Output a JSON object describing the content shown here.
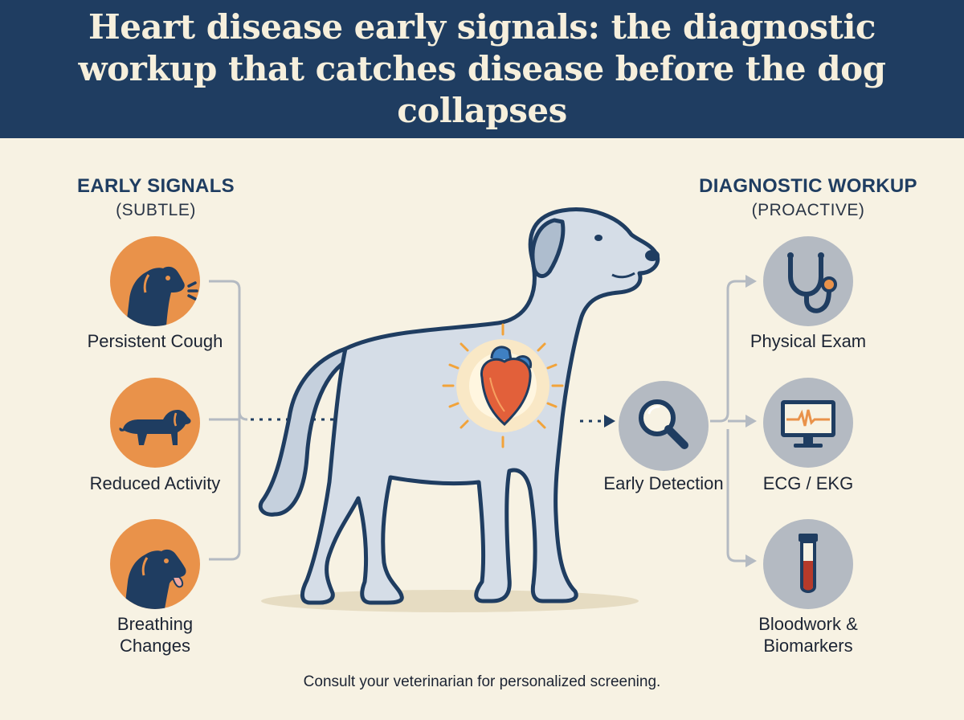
{
  "title": "Heart disease early signals: the diagnostic workup that catches disease before the dog collapses",
  "left_column": {
    "heading": "EARLY SIGNALS",
    "subheading": "(SUBTLE)",
    "items": [
      {
        "label": "Persistent Cough",
        "icon": "coughing-dog-icon"
      },
      {
        "label": "Reduced Activity",
        "icon": "tired-dog-icon"
      },
      {
        "label": "Breathing Changes",
        "icon": "panting-dog-icon"
      }
    ]
  },
  "center": {
    "label": "Early Detection",
    "icon": "magnifying-glass-icon",
    "heart_icon": "heart-icon"
  },
  "right_column": {
    "heading": "DIAGNOSTIC WORKUP",
    "subheading": "(PROACTIVE)",
    "items": [
      {
        "label": "Physical Exam",
        "icon": "stethoscope-icon"
      },
      {
        "label": "ECG / EKG",
        "icon": "ecg-monitor-icon"
      },
      {
        "label": "Bloodwork & Biomarkers",
        "icon": "blood-tube-icon"
      }
    ]
  },
  "footer": "Consult your veterinarian for personalized screening.",
  "colors": {
    "header_bg": "#1f3d61",
    "background": "#f7f2e3",
    "accent_orange": "#e9924a",
    "icon_gray": "#b4bac2",
    "navy": "#1f3d61"
  }
}
